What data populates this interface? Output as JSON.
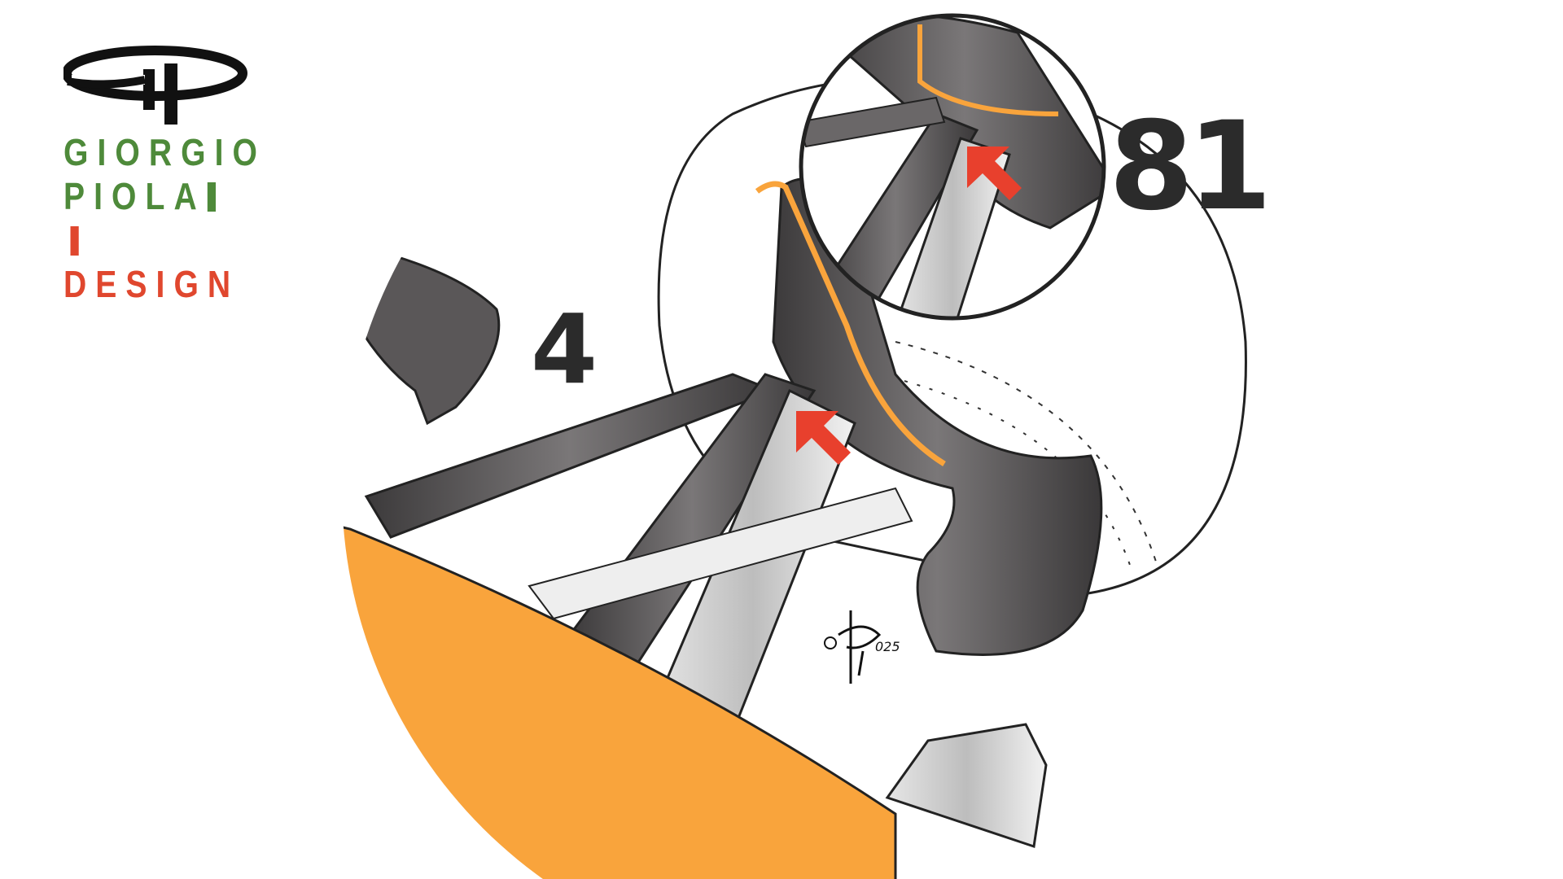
{
  "logo": {
    "mark": "GP",
    "line1": "GIORGIO",
    "line2": "PIOLA",
    "line3": "DESIGN",
    "colors": {
      "green": "#4e8a3a",
      "red": "#e0472e",
      "black": "#111111"
    }
  },
  "labels": {
    "car_number_main": "4",
    "car_number_inset": "81"
  },
  "signature": "©GP 2025",
  "colors": {
    "livery_orange": "#f9a43c",
    "carbon": "#4a4748",
    "arrow_red": "#e8402d",
    "outline": "#222222"
  }
}
